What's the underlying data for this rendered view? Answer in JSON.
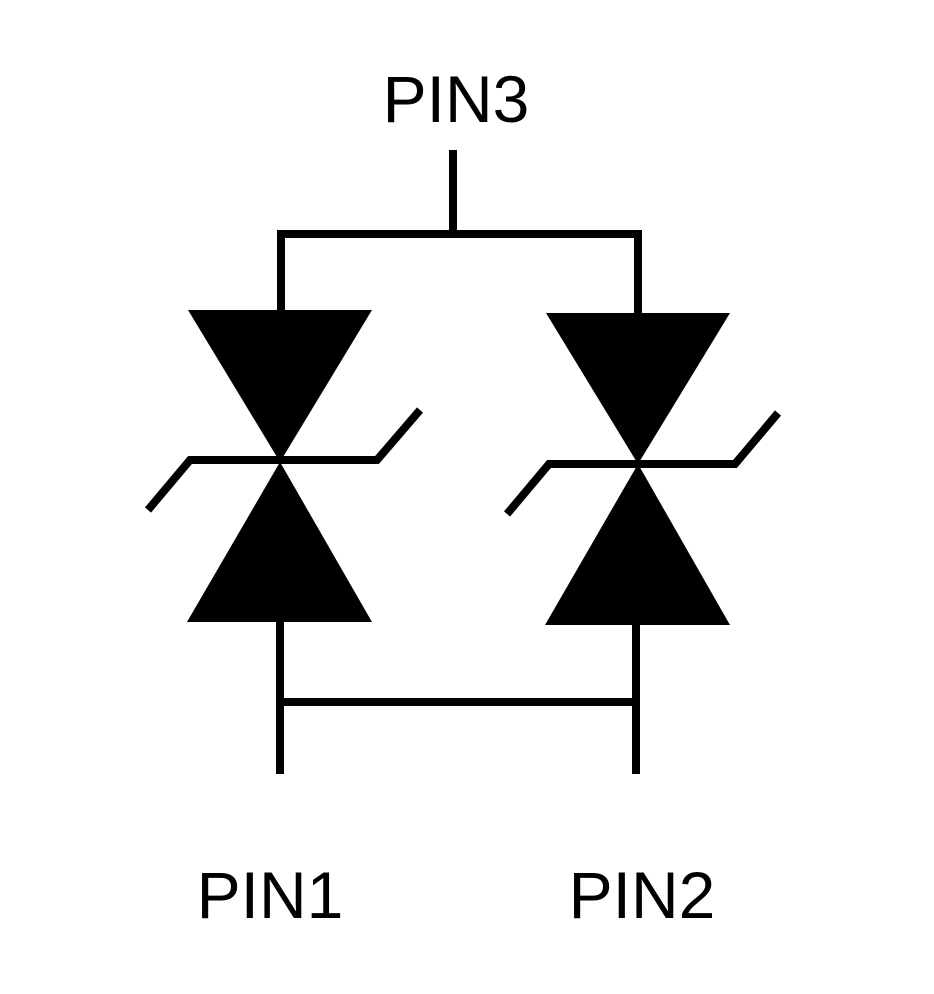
{
  "diagram": {
    "labels": {
      "pin3": "PIN3",
      "pin1": "PIN1",
      "pin2": "PIN2"
    },
    "colors": {
      "stroke": "#000000",
      "background": "#ffffff"
    },
    "components": [
      {
        "name": "bidirectional-tvs-diode-left",
        "type": "bidirectional zener/TVS diode"
      },
      {
        "name": "bidirectional-tvs-diode-right",
        "type": "bidirectional zener/TVS diode"
      }
    ]
  }
}
